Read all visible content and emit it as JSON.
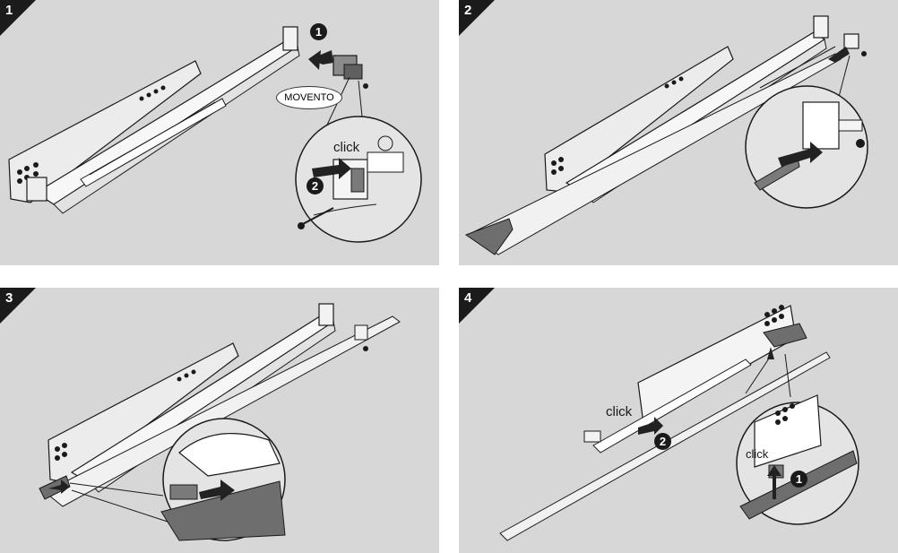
{
  "panels": [
    {
      "number": "1",
      "labels": {
        "click": "click",
        "brand": "MOVENTO"
      },
      "badges": [
        "1",
        "2"
      ]
    },
    {
      "number": "2"
    },
    {
      "number": "3"
    },
    {
      "number": "4",
      "labels": {
        "click_left": "click",
        "click_zoom": "click"
      },
      "badges": [
        "2",
        "1"
      ]
    }
  ],
  "colors": {
    "panel_bg": "#d7d7d7",
    "corner": "#1b1b1b",
    "line": "#1a1a1a",
    "arrow": "#222222",
    "rail": "#f4f4f4",
    "dark_part": "#6e6e6e"
  }
}
